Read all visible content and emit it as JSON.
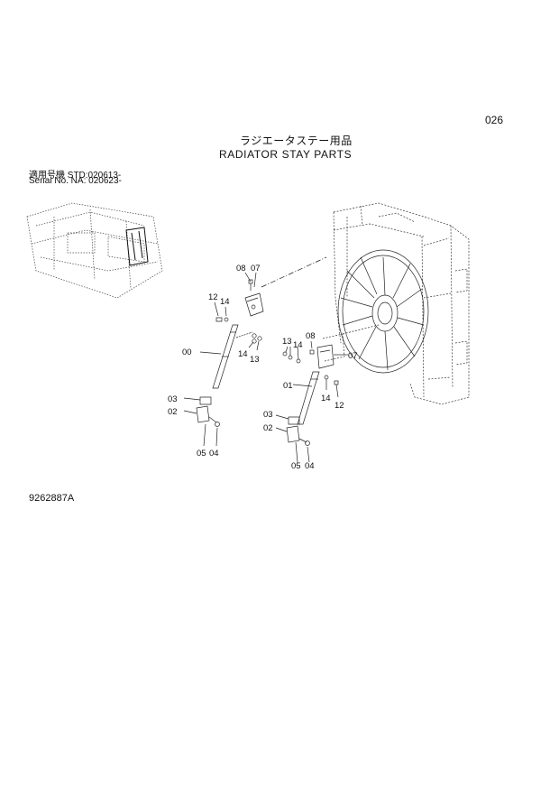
{
  "page_number": "026",
  "title_jp": "ラジエータステー用品",
  "title_en": "RADIATOR STAY PARTS",
  "serial": {
    "line1": "適用号機 STD:020613-",
    "line2": "Serial No. NA: 020623-"
  },
  "drawing_number": "9262887A",
  "callouts": {
    "left_08": "08",
    "left_07": "07",
    "left_12": "12",
    "left_14": "14",
    "left_00": "00",
    "left_14b": "14",
    "left_13": "13",
    "left_03": "03",
    "left_02": "02",
    "left_05": "05",
    "left_04": "04",
    "right_13": "13",
    "right_14": "14",
    "right_08": "08",
    "right_07": "07",
    "right_01": "01",
    "right_14b": "14",
    "right_12": "12",
    "right_03": "03",
    "right_02": "02",
    "right_05": "05",
    "right_04": "04"
  }
}
